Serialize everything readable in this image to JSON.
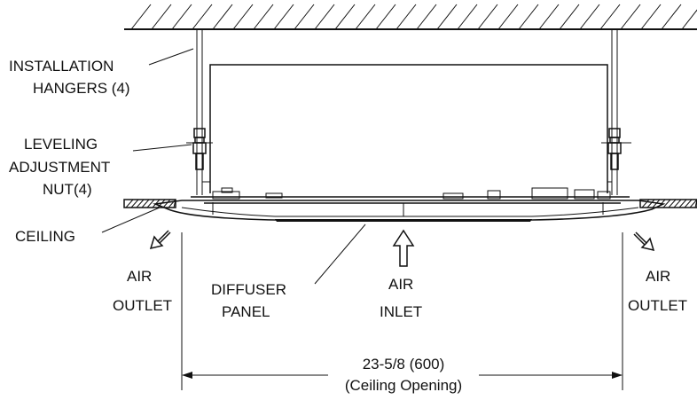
{
  "labels": {
    "hangers_1": "INSTALLATION",
    "hangers_2": "HANGERS (4)",
    "leveling_1": "LEVELING",
    "leveling_2": "ADJUSTMENT",
    "leveling_3": "NUT(4)",
    "ceiling": "CEILING",
    "air_outlet_left_1": "AIR",
    "air_outlet_left_2": "OUTLET",
    "diffuser_1": "DIFFUSER",
    "diffuser_2": "PANEL",
    "air_inlet_1": "AIR",
    "air_inlet_2": "INLET",
    "air_outlet_right_1": "AIR",
    "air_outlet_right_2": "OUTLET",
    "dimension_1": "23-5/8 (600)",
    "dimension_2": "(Ceiling Opening)"
  }
}
